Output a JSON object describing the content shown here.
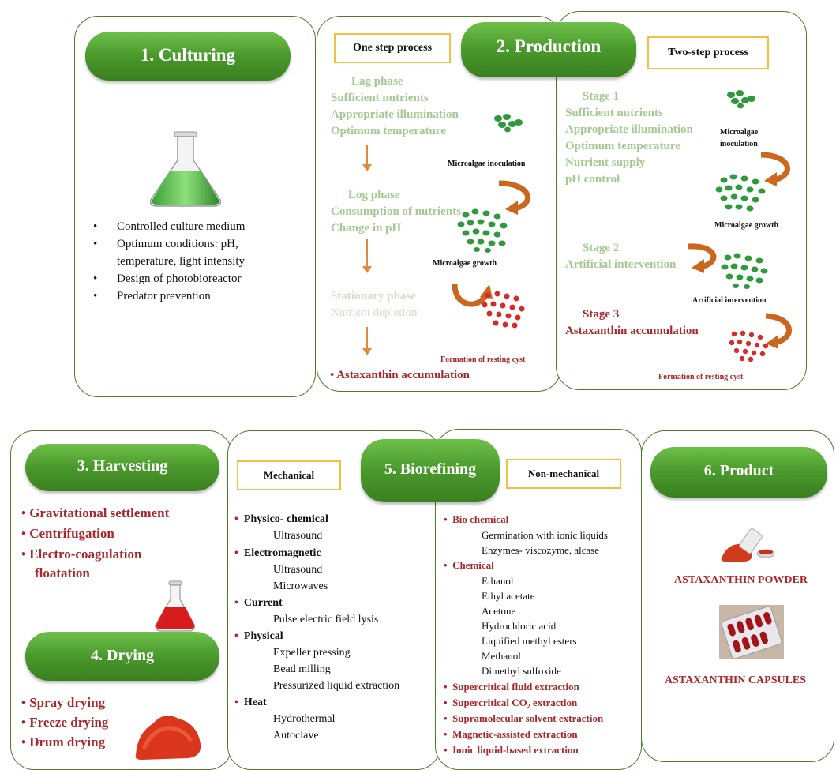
{
  "culturing": {
    "title": "1. Culturing",
    "items": [
      "Controlled culture medium",
      "Optimum conditions: pH,",
      "temperature, light intensity",
      "Design of photobioreactor",
      "Predator prevention"
    ]
  },
  "production": {
    "title": "2. Production",
    "one_step": {
      "box_label": "One step process",
      "lag_title": "Lag phase",
      "lag_items": [
        "Sufficient nutrients",
        "Appropriate illumination",
        "Optimum temperature"
      ],
      "log_title": "Log phase",
      "log_items": [
        "Consumption of nutrients",
        "Change in pH"
      ],
      "stationary_title": "Stationary phase",
      "stationary_items": [
        "Nutrient depletion"
      ],
      "final": "Astaxanthin accumulation",
      "labels": {
        "inoculation": "Microalgae inoculation",
        "growth": "Microalgae growth",
        "cyst": "Formation of resting cyst"
      }
    },
    "two_step": {
      "box_label": "Two-step process",
      "stage1_title": "Stage 1",
      "stage1_items": [
        "Sufficient nutrients",
        "Appropriate illumination",
        "Optimum temperature",
        "Nutrient supply",
        "pH control"
      ],
      "stage2_title": "Stage 2",
      "stage2_items": [
        "Artificial intervention"
      ],
      "stage3_title": "Stage 3",
      "stage3_items": [
        "Astaxanthin accumulation"
      ],
      "labels": {
        "inoculation_1": "Microalgae",
        "inoculation_2": "inoculation",
        "growth": "Microalgae growth",
        "intervention": "Artificial intervention",
        "cyst": "Formation of resting cyst"
      }
    }
  },
  "harvesting": {
    "title": "3. Harvesting",
    "items": [
      "Gravitational settlement",
      "Centrifugation",
      "Electro-coagulation",
      "floatation"
    ]
  },
  "drying": {
    "title": "4. Drying",
    "items": [
      "Spray drying",
      "Freeze drying",
      "Drum drying"
    ]
  },
  "biorefining": {
    "title": "5. Biorefining",
    "mechanical": {
      "box_label": "Mechanical",
      "groups": [
        {
          "title": "Physico- chemical",
          "items": [
            "Ultrasound"
          ]
        },
        {
          "title": "Electromagnetic",
          "items": [
            "Ultrasound",
            "Microwaves"
          ]
        },
        {
          "title": "Current",
          "items": [
            "Pulse electric field lysis"
          ]
        },
        {
          "title": "Physical",
          "items": [
            "Expeller pressing",
            "Bead milling",
            "Pressurized liquid extraction"
          ]
        },
        {
          "title": "Heat",
          "items": [
            "Hydrothermal",
            "Autoclave"
          ]
        }
      ]
    },
    "non_mechanical": {
      "box_label": "Non-mechanical",
      "bio_title": "Bio chemical",
      "bio_items": [
        "Germination with ionic liquids",
        "Enzymes- viscozyme, alcase"
      ],
      "chem_title": "Chemical",
      "chem_items": [
        "Ethanol",
        "Ethyl acetate",
        "Acetone",
        "Hydrochloric acid",
        "Liquified methyl esters",
        "Methanol",
        "Dimethyl sulfoxide"
      ],
      "extra": [
        "Supercritical fluid extraction",
        "Supercritical CO₂ extraction",
        "Supramolecular solvent extraction",
        "Magnetic-assisted extraction",
        "Ionic liquid-based extraction"
      ]
    }
  },
  "product": {
    "title": "6. Product",
    "powder": "ASTAXANTHIN POWDER",
    "capsules": "ASTAXANTHIN CAPSULES"
  },
  "colors": {
    "green_pill": "#4b9a2d",
    "pale_green_text": "#a3c990",
    "dark_red_text": "#a8282b",
    "arrow_orange": "#e08a3c",
    "box_border": "#f0c040"
  }
}
